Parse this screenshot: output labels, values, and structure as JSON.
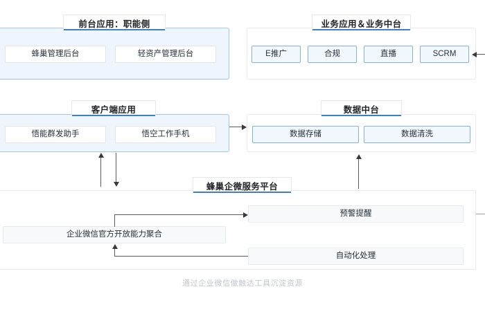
{
  "diagram": {
    "caption": "通过企业微信做触达工具沉淀资源",
    "accent_color": "#3d7ecb",
    "panel_fill_blue": "#eef5fc",
    "panel_border_blue": "#9ec8e8",
    "panel_fill_plain": "#ffffff",
    "item_outline_border": "#7fb4dd",
    "caption_color": "#c2c6cb"
  },
  "groups": {
    "front_office": {
      "title": "前台应用：职能侧",
      "items": [
        {
          "label": "蜂巢管理后台"
        },
        {
          "label": "轻资产管理后台"
        }
      ]
    },
    "business_apps": {
      "title": "业务应用＆业务中台",
      "items": [
        {
          "label": "E推广"
        },
        {
          "label": "合规"
        },
        {
          "label": "直播"
        },
        {
          "label": "SCRM"
        }
      ]
    },
    "client_apps": {
      "title": "客户端应用",
      "items": [
        {
          "label": "悟能群发助手"
        },
        {
          "label": "悟空工作手机"
        }
      ]
    },
    "data_platform": {
      "title": "数据中台",
      "items": [
        {
          "label": "数据存储"
        },
        {
          "label": "数据清洗"
        }
      ]
    },
    "service_platform": {
      "title": "蜂巢企微服务平台",
      "items": [
        {
          "label": "预警提醒"
        },
        {
          "label": "企业微信官方开放能力聚合"
        },
        {
          "label": "自动化处理"
        }
      ]
    }
  }
}
